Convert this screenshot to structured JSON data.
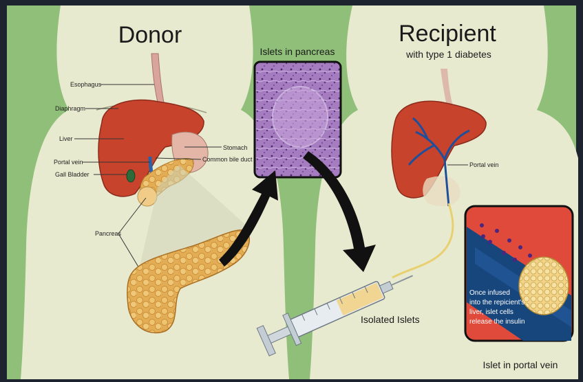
{
  "donor": {
    "title": "Donor",
    "labels": {
      "esophagus": "Esophagus",
      "diaphragm": "Diaphragm",
      "liver": "Liver",
      "portal_vein": "Portal vein",
      "gall_bladder": "Gall Bladder",
      "stomach": "Stomach",
      "common_bile_duct": "Common bile duct",
      "pancreas": "Pancreas"
    }
  },
  "islets_panel": {
    "title": "Islets in pancreas"
  },
  "recipient": {
    "title": "Recipient",
    "subtitle": "with type 1 diabetes",
    "labels": {
      "portal_vein": "Portal vein"
    }
  },
  "syringe": {
    "label": "Isolated Islets"
  },
  "inset": {
    "text_lines": [
      "Once infused",
      "into the repicient's",
      "liver, islet cells",
      "release the insulin"
    ],
    "caption": "Islet in portal vein"
  },
  "colors": {
    "background_green": "#8fbf78",
    "body_silhouette": "#e8ead0",
    "liver": "#c8432c",
    "pancreas": "#e8b45a",
    "arrow": "#111111",
    "portal_vein_blue": "#1e4f9a",
    "inset_red": "#e04a3a"
  }
}
